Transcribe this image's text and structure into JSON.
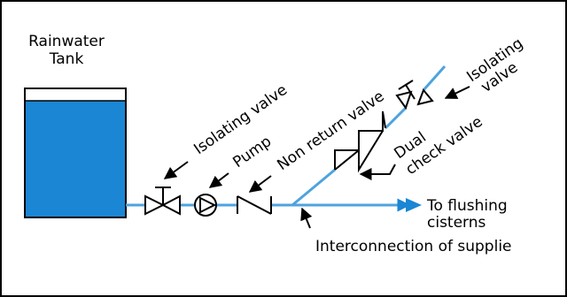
{
  "diagram": {
    "tank": {
      "label_line1": "Rainwater",
      "label_line2": "Tank"
    },
    "labels": {
      "isolating_valve": "Isolating valve",
      "pump": "Pump",
      "non_return_valve": "Non return valve",
      "dual_check_line1": "Dual",
      "dual_check_line2": "check valve",
      "isolating_line1": "Isolating",
      "isolating_line2": "valve",
      "flushing_line1": "To flushing",
      "flushing_line2": "cisterns",
      "interconnection": "Interconnection of supplie"
    },
    "colors": {
      "pipe": "#4da3de",
      "water": "#1a86d4",
      "outline": "#000000",
      "background": "#ffffff"
    }
  }
}
